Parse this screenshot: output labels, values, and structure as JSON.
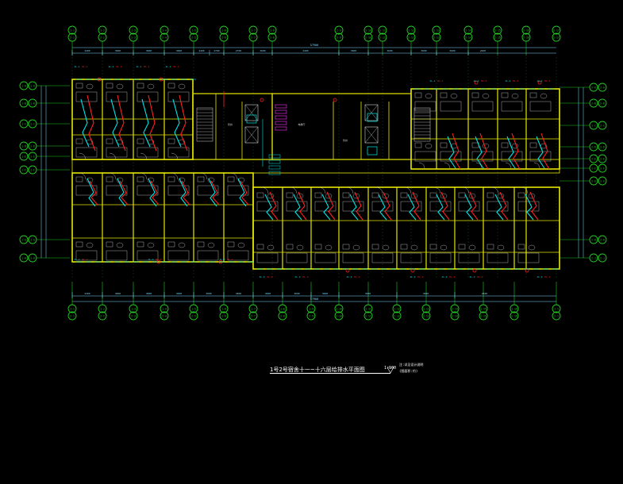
{
  "drawing": {
    "title": "1号2号宿舍十一~十六层给排水平面图",
    "scale": "1:100",
    "note_a": "注:详见设计说明",
    "note_b": "(图面积:约)"
  },
  "axes_top": [
    "1-1",
    "1-2",
    "1-3",
    "1-4",
    "1-5",
    "1-6",
    "1-7",
    "1-8",
    "1-9",
    "1-10",
    "1-11",
    "1-12",
    "1-13",
    "1-14",
    "1-15",
    "1-16"
  ],
  "axes_top_2": [
    "2-1",
    "2-2",
    "2-3",
    "2-4",
    "2-5",
    "2-6",
    "2-7",
    "2-8",
    "2-9",
    "2-10",
    "2-11",
    "2-12",
    "2-13",
    "2-14",
    "2-15",
    "2-16"
  ],
  "axes_left": [
    "1-A",
    "1-B",
    "1-C",
    "1-D",
    "1-E",
    "1-F",
    "1-G",
    "1-H"
  ],
  "axes_right": [
    "2-A",
    "2-B",
    "2-C",
    "2-D",
    "2-E",
    "2-F",
    "2-G",
    "2-H",
    "2-J"
  ],
  "dims_top": [
    "2400",
    "3600",
    "3600",
    "3600",
    "2400",
    "2700",
    "2700",
    "3600",
    "2400",
    "3600",
    "3600",
    "3600",
    "3600",
    "2400"
  ],
  "dims_bottom": [
    "2400",
    "3600",
    "3600",
    "3600",
    "3600",
    "3600",
    "3600",
    "3600",
    "3600",
    "3600",
    "3600",
    "2400"
  ],
  "overall_dim_top": "57900",
  "overall_dim_bottom": "57900",
  "colors": {
    "wall": "#e6e600",
    "axis": "#22c922",
    "dim": "#7fd8ff",
    "pipe_red": "#ff2020",
    "pipe_cyan": "#00e5e5",
    "pipe_magenta": "#ff30ff",
    "fixture": "#d0d0d0",
    "text": "#ffffff"
  }
}
